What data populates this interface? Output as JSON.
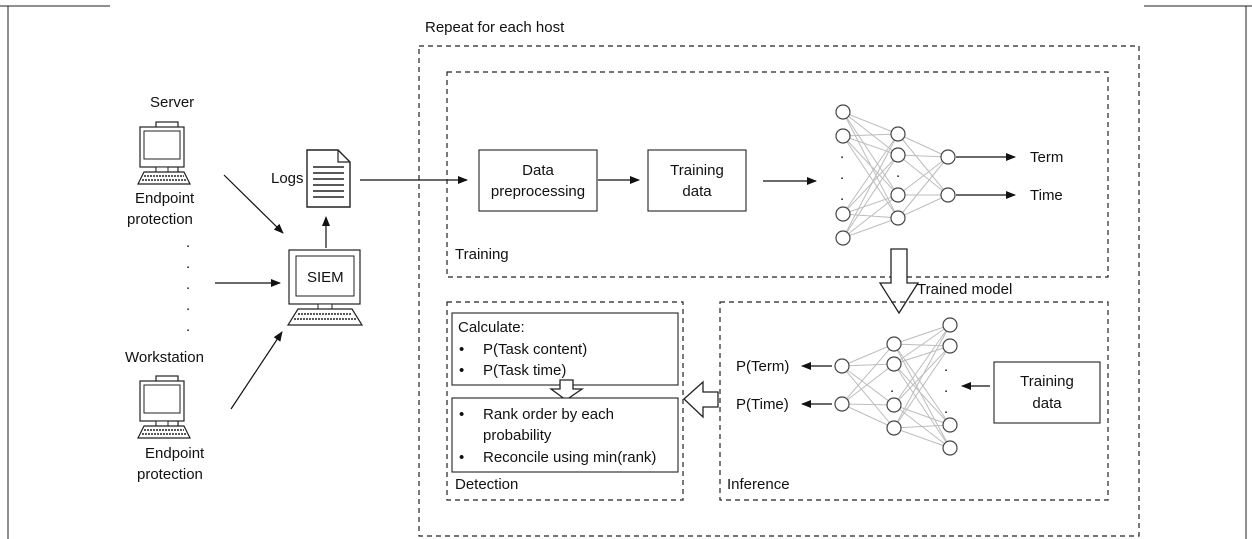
{
  "labels": {
    "repeat": "Repeat for each host",
    "server": "Server",
    "endpoint_1": "Endpoint",
    "protection_1": "protection",
    "workstation": "Workstation",
    "endpoint_2": "Endpoint",
    "protection_2": "protection",
    "dots": ".",
    "siem": "SIEM",
    "logs": "Logs",
    "training_section": "Training",
    "trained_model": "Trained model",
    "inference_section": "Inference",
    "detection_section": "Detection"
  },
  "training": {
    "preprocess_line1": "Data",
    "preprocess_line2": "preprocessing",
    "data_line1": "Training",
    "data_line2": "data",
    "out_term": "Term",
    "out_time": "Time"
  },
  "inference": {
    "data_line1": "Training",
    "data_line2": "data",
    "out_term": "P(Term)",
    "out_time": "P(Time)"
  },
  "detection": {
    "calc_title": "Calculate:",
    "calc_items": [
      "P(Task content)",
      "P(Task time)"
    ],
    "rank_items": [
      "Rank order by each",
      "probability",
      "Reconcile using min(rank)"
    ],
    "bullet": "•"
  }
}
